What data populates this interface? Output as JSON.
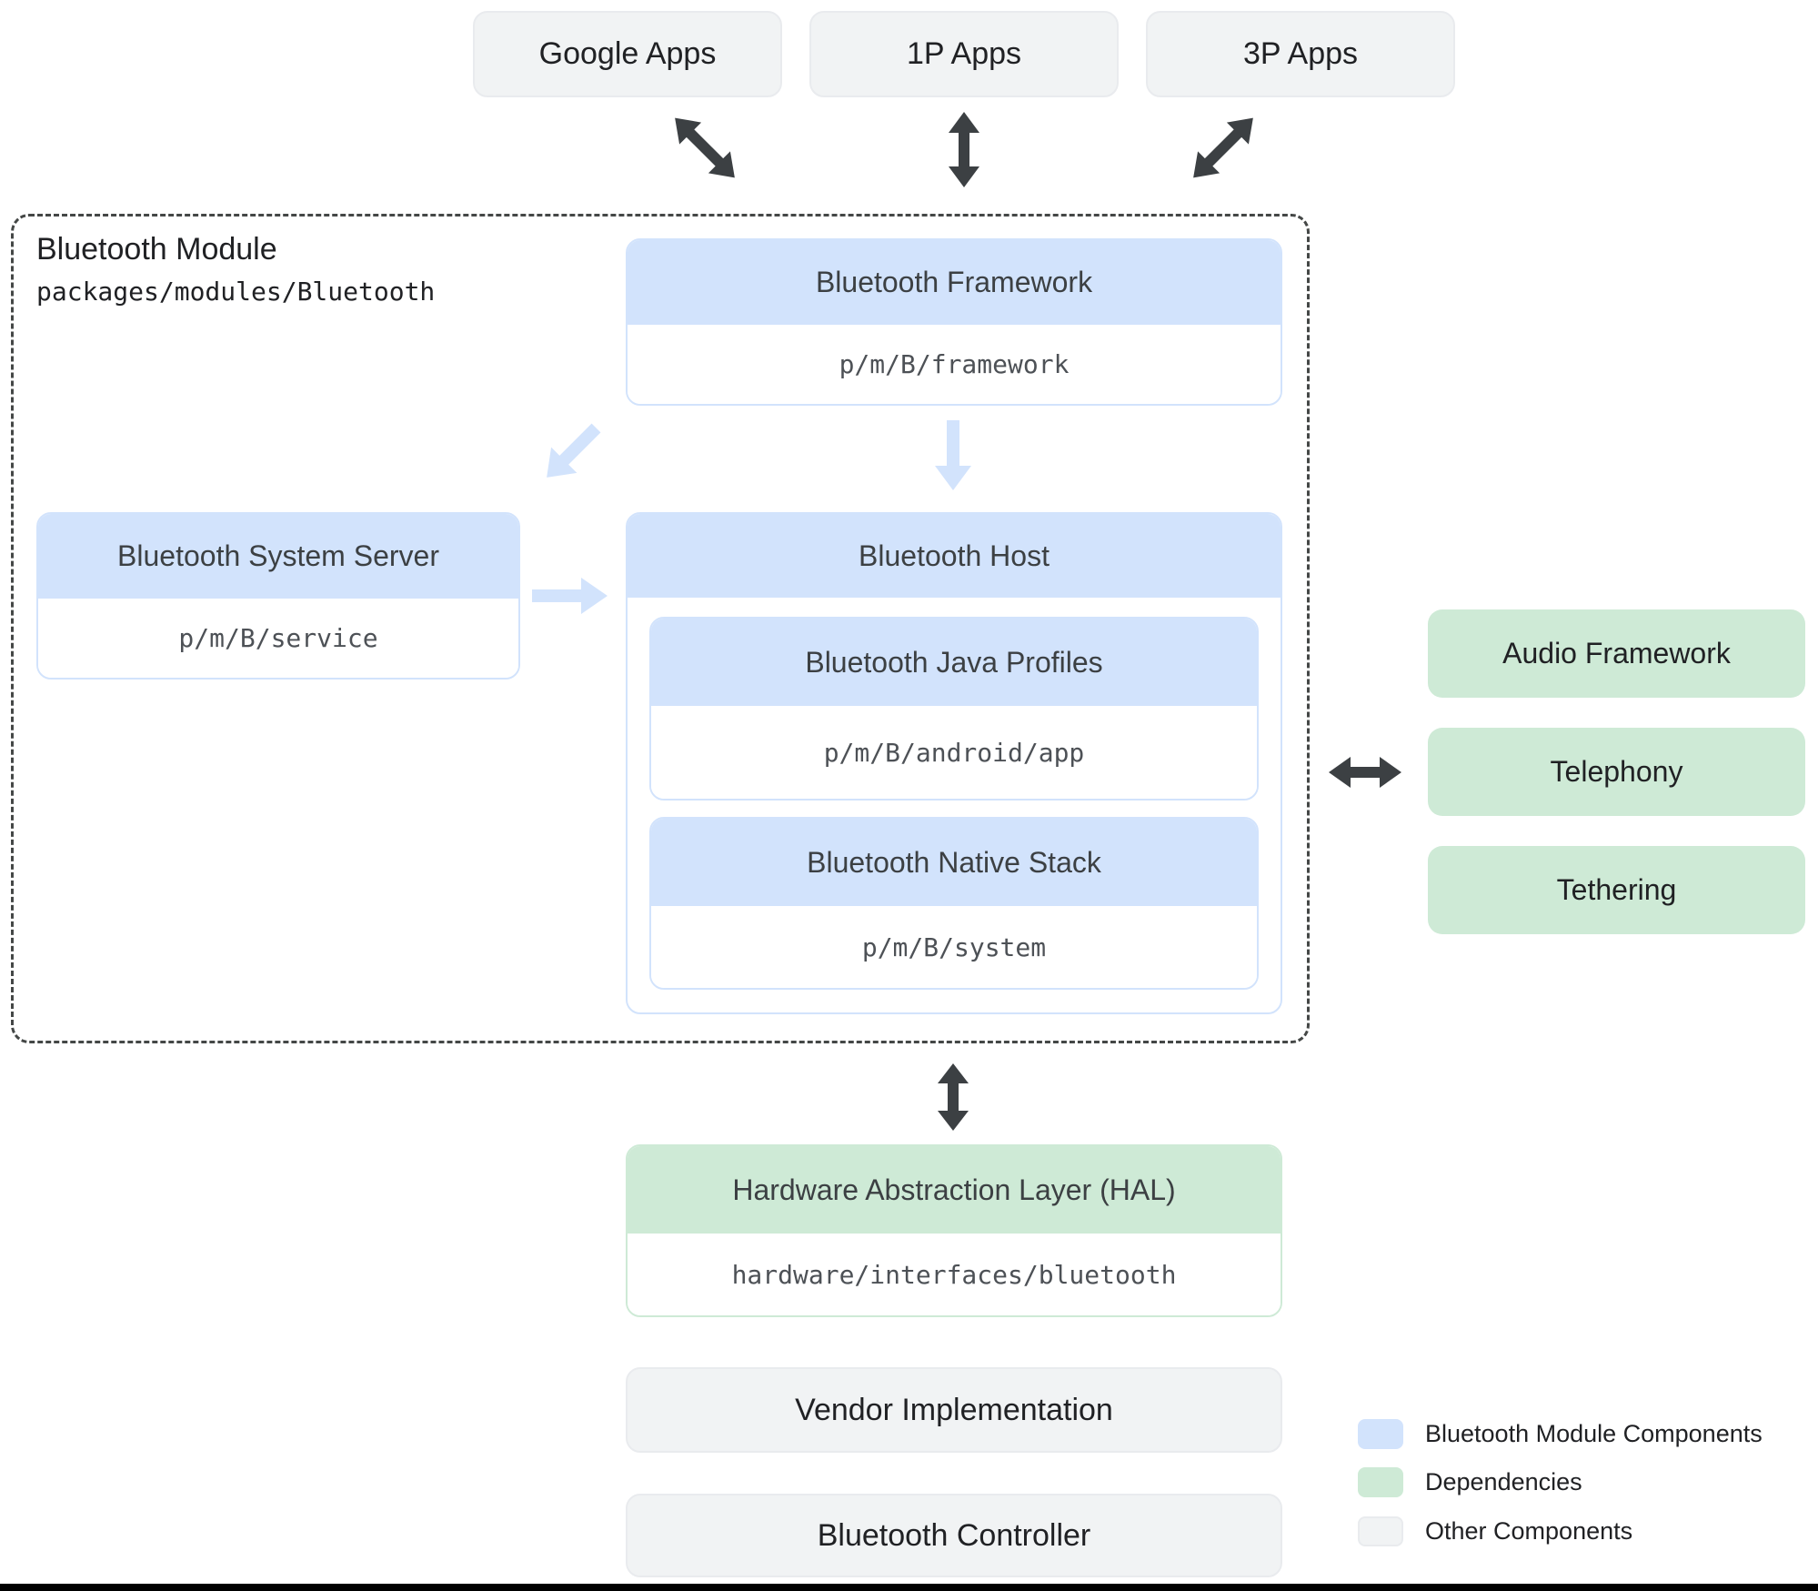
{
  "top_apps": {
    "google": "Google Apps",
    "first_party": "1P Apps",
    "third_party": "3P Apps"
  },
  "module": {
    "title": "Bluetooth Module",
    "path": "packages/modules/Bluetooth",
    "framework": {
      "title": "Bluetooth Framework",
      "path": "p/m/B/framework"
    },
    "system_server": {
      "title": "Bluetooth System Server",
      "path": "p/m/B/service"
    },
    "host": {
      "title": "Bluetooth Host",
      "java_profiles": {
        "title": "Bluetooth Java Profiles",
        "path": "p/m/B/android/app"
      },
      "native_stack": {
        "title": "Bluetooth Native Stack",
        "path": "p/m/B/system"
      }
    }
  },
  "dependencies": {
    "items": [
      {
        "label": "Audio Framework"
      },
      {
        "label": "Telephony"
      },
      {
        "label": "Tethering"
      }
    ]
  },
  "hal": {
    "title": "Hardware Abstraction Layer (HAL)",
    "path": "hardware/interfaces/bluetooth"
  },
  "bottom_boxes": {
    "vendor": "Vendor Implementation",
    "controller": "Bluetooth Controller"
  },
  "legend": {
    "items": [
      {
        "label": "Bluetooth Module Components",
        "color": "#d2e3fc"
      },
      {
        "label": "Dependencies",
        "color": "#ceead6"
      },
      {
        "label": "Other Components",
        "color": "#f1f3f4"
      }
    ]
  },
  "colors": {
    "module_component_fill": "#d2e3fc",
    "dependency_fill": "#ceead6",
    "other_fill": "#f1f3f4",
    "dark_arrow": "#3c4043",
    "light_arrow": "#d2e3fc",
    "dashed_border": "#444746"
  }
}
